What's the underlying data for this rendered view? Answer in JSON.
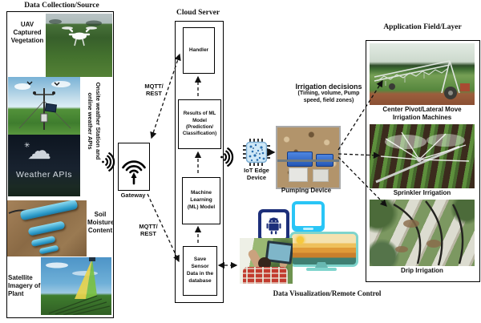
{
  "left_panel": {
    "title": "Data Collection/Source",
    "uav_label": "UAV Captured Vegetation",
    "weather_station_label": "Onsite weather Station and online weather APIs",
    "weather_tile_text": "Weather APIs",
    "soil_label": "Soil Moisture Content",
    "satellite_label": "Satellite Imagery of Plant"
  },
  "gateway": {
    "label": "Gateway"
  },
  "mqtt": {
    "line1": "MQTT/",
    "line2": "REST"
  },
  "cloud_server": {
    "title": "Cloud Server",
    "handler": "Handler",
    "results": "Results of ML Model (Prediction/ Classification)",
    "ml_model": "Machine Learning (ML) Model",
    "save_sensor": "Save Sensor Data in the database"
  },
  "edge": {
    "iot_label": "IoT Edge Device",
    "pump_label": "Pumping Device"
  },
  "irrigation_decisions": {
    "title": "Irrigation decisions",
    "details": "(Timing, volume, Pump speed, field zones)"
  },
  "right_panel": {
    "title": "Application Field/Layer",
    "pivot_label": "Center Pivot/Lateral Move Irrigation Machines",
    "sprinkler_label": "Sprinkler Irrigation",
    "drip_label": "Drip Irrigation"
  },
  "visualization": {
    "label": "Data Visualization/Remote Control"
  },
  "colors": {
    "accent_blue": "#2457b5",
    "tablet_cyan": "#29c5f6",
    "phone_navy": "#1d2f7a",
    "monitor_teal": "#7fd4cc",
    "sensor_blue": "#2e9cc9"
  }
}
